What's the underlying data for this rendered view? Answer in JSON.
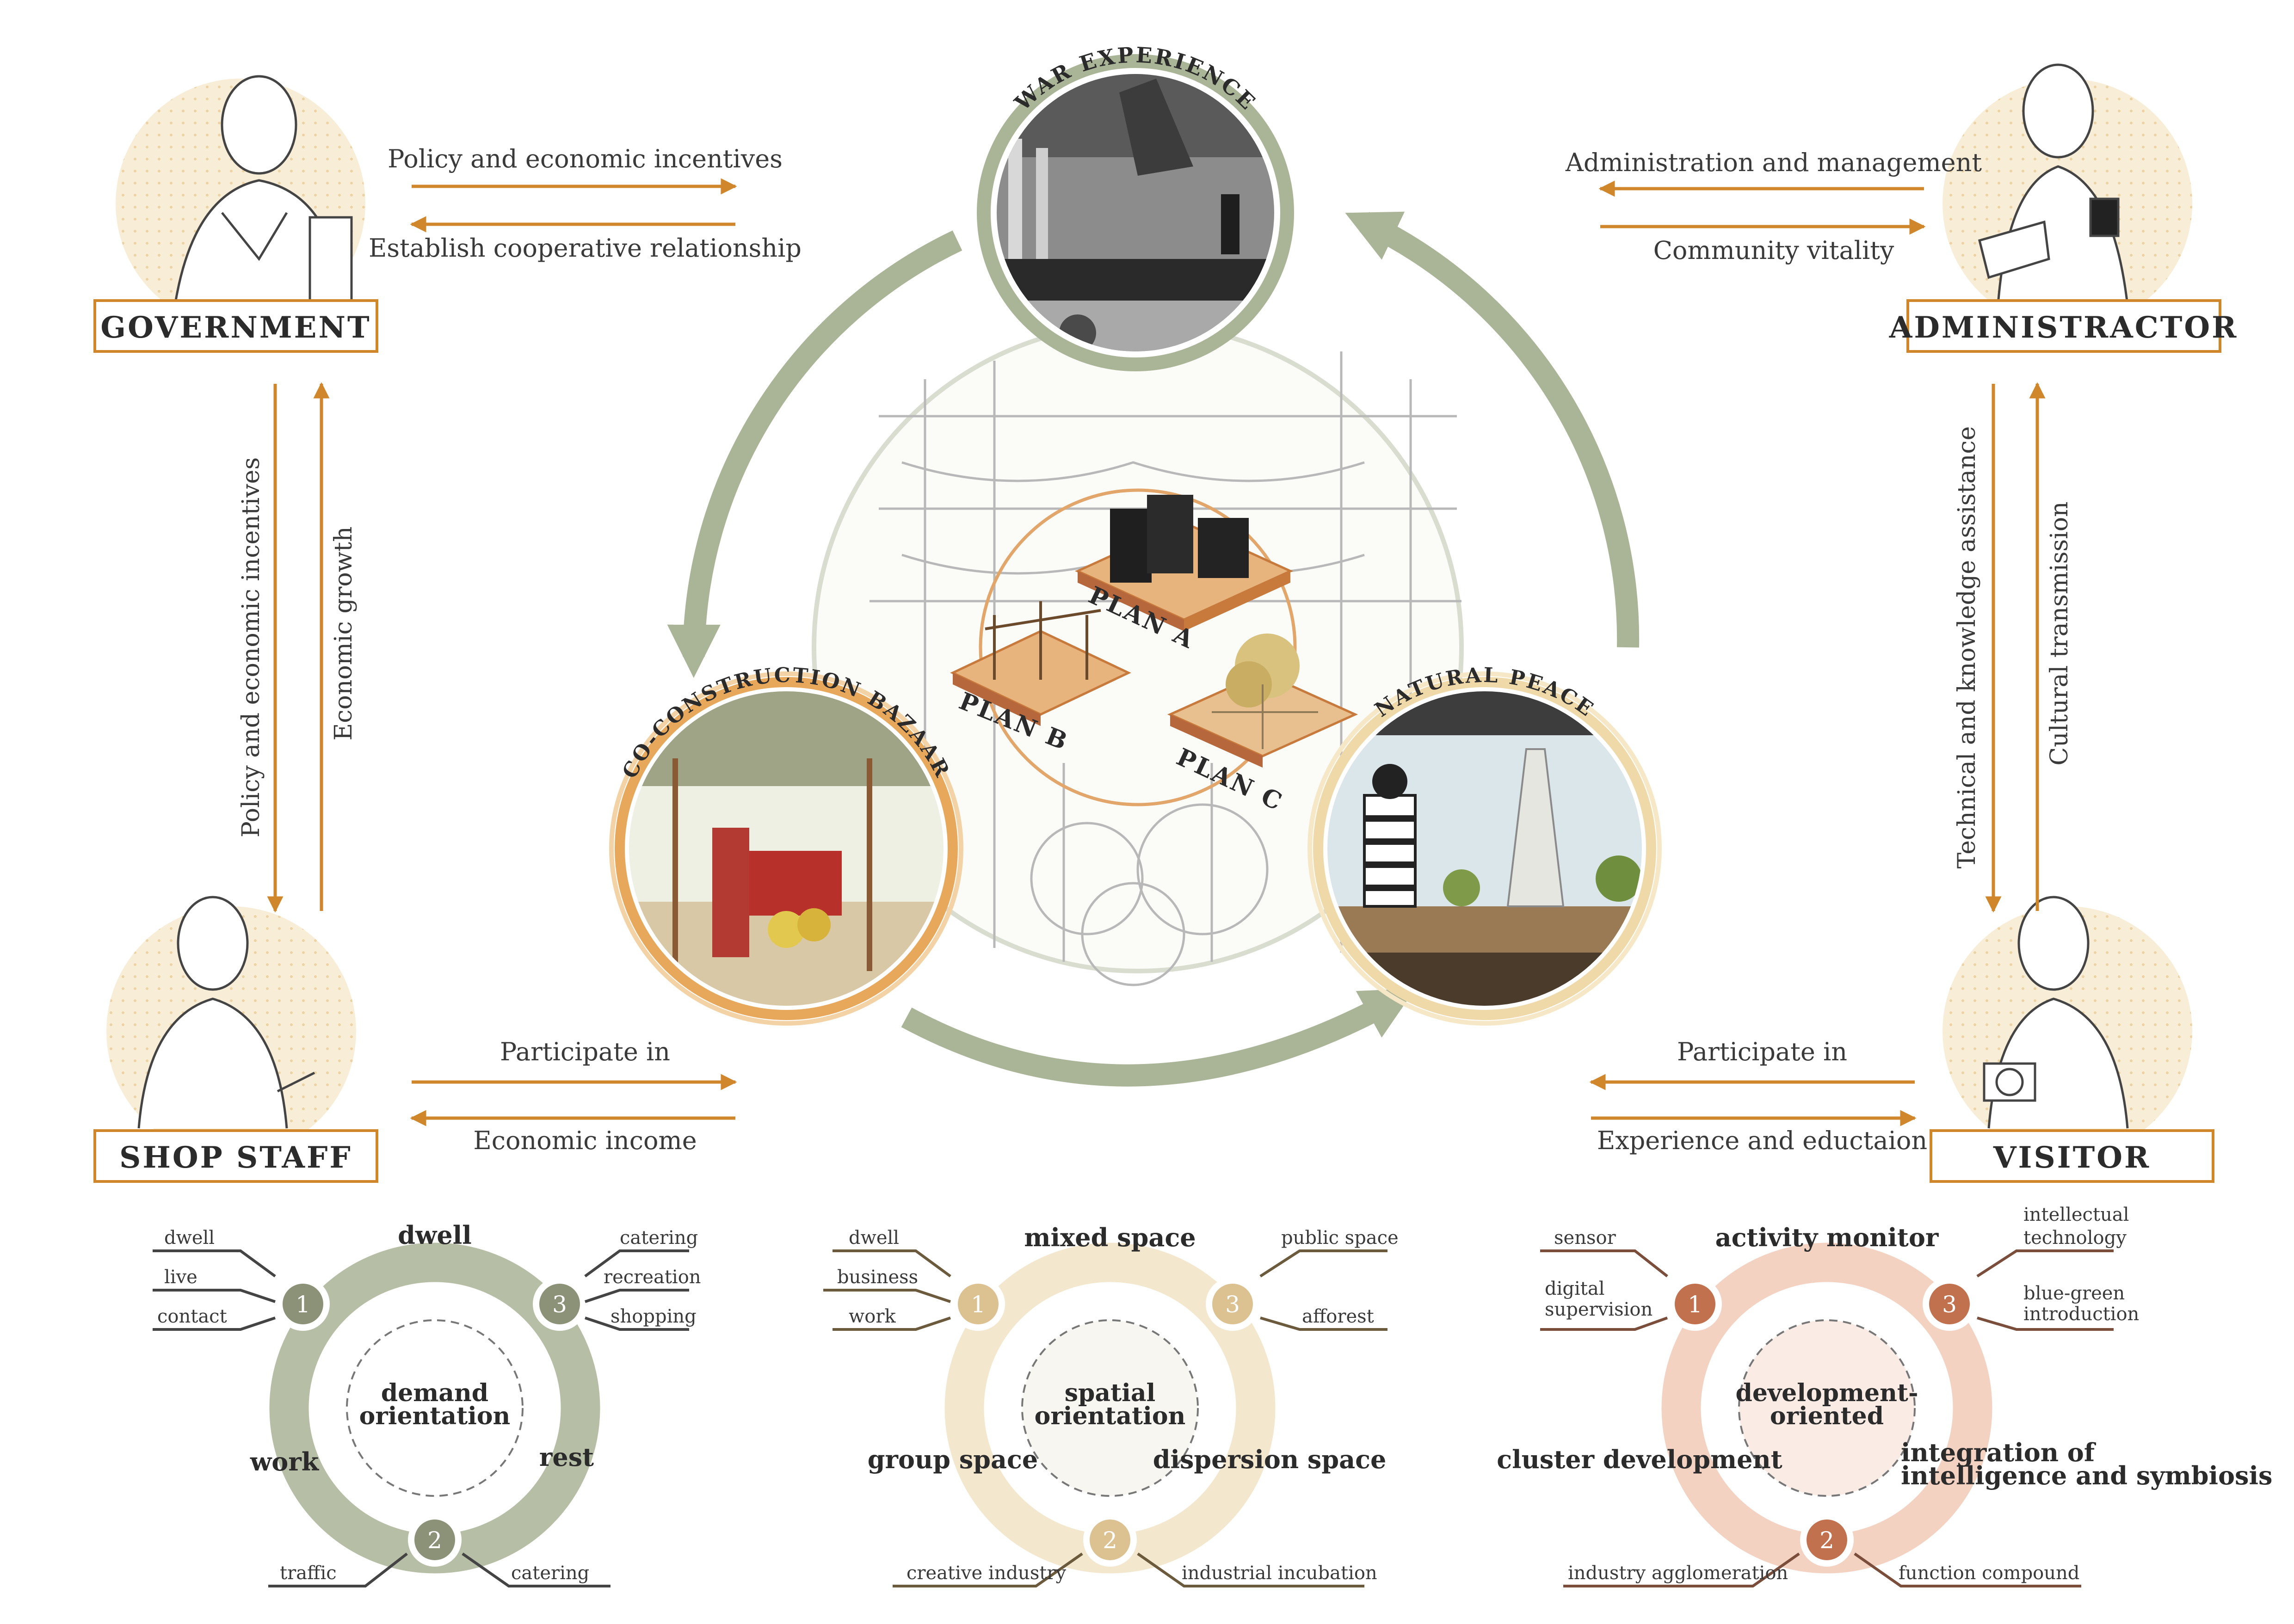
{
  "colors": {
    "orange": "#d0862b",
    "sage": "#aab496",
    "sage_dark": "#7d8669",
    "sand": "#f1e3c3",
    "sand_dark": "#d2b27c",
    "peach": "#f1c7b3",
    "terracotta": "#c2714f",
    "ink": "#333333"
  },
  "stakeholders": {
    "government": "GOVERNMENT",
    "administrator": "ADMINISTRACTOR",
    "shop_staff": "SHOP STAFF",
    "visitor": "VISITOR"
  },
  "flows": {
    "gov_to_center": "Policy and economic incentives",
    "center_to_gov": "Establish cooperative relationship",
    "admin_to_center": "Administration and management",
    "center_to_admin": "Community vitality",
    "gov_down": "Policy and economic incentives",
    "staff_up": "Economic growth",
    "admin_down": "Technical and knowledge assistance",
    "visitor_up": "Cultural transmission",
    "staff_to_center": "Participate in",
    "center_to_staff": "Economic income",
    "visitor_to_center": "Participate in",
    "center_to_visitor": "Experience and eductaion"
  },
  "center": {
    "war": "WAR EXPERIENCE",
    "bazaar": "CO-CONSTRUCTION BAZAAR",
    "peace": "NATURAL PEACE",
    "plan_a": "PLAN A",
    "plan_b": "PLAN B",
    "plan_c": "PLAN C"
  },
  "wheels": [
    {
      "center_label_1": "demand",
      "center_label_2": "orientation",
      "top": "dwell",
      "left": "work",
      "right": "rest",
      "nodes": [
        "1",
        "3",
        "2"
      ],
      "left_items": [
        "dwell",
        "live",
        "contact"
      ],
      "right_items": [
        "catering",
        "recreation",
        "shopping"
      ],
      "bottom_left": "traffic",
      "bottom_right": "catering"
    },
    {
      "center_label_1": "spatial",
      "center_label_2": "orientation",
      "top": "mixed space",
      "left": "group space",
      "right": "dispersion space",
      "nodes": [
        "1",
        "3",
        "2"
      ],
      "left_items": [
        "dwell",
        "business",
        "work"
      ],
      "right_items": [
        "public space",
        "afforest"
      ],
      "bottom_left": "creative industry",
      "bottom_right": "industrial incubation"
    },
    {
      "center_label_1": "development-",
      "center_label_2": "oriented",
      "top": "activity monitor",
      "left": "cluster development",
      "right_1": "integration of",
      "right_2": "intelligence and symbiosis",
      "nodes": [
        "1",
        "3",
        "2"
      ],
      "left_items": [
        "sensor",
        "digital",
        "supervision"
      ],
      "right_items": [
        "intellectual",
        "technology",
        "blue-green",
        "introduction"
      ],
      "bottom_left": "industry agglomeration",
      "bottom_right": "function compound"
    }
  ]
}
